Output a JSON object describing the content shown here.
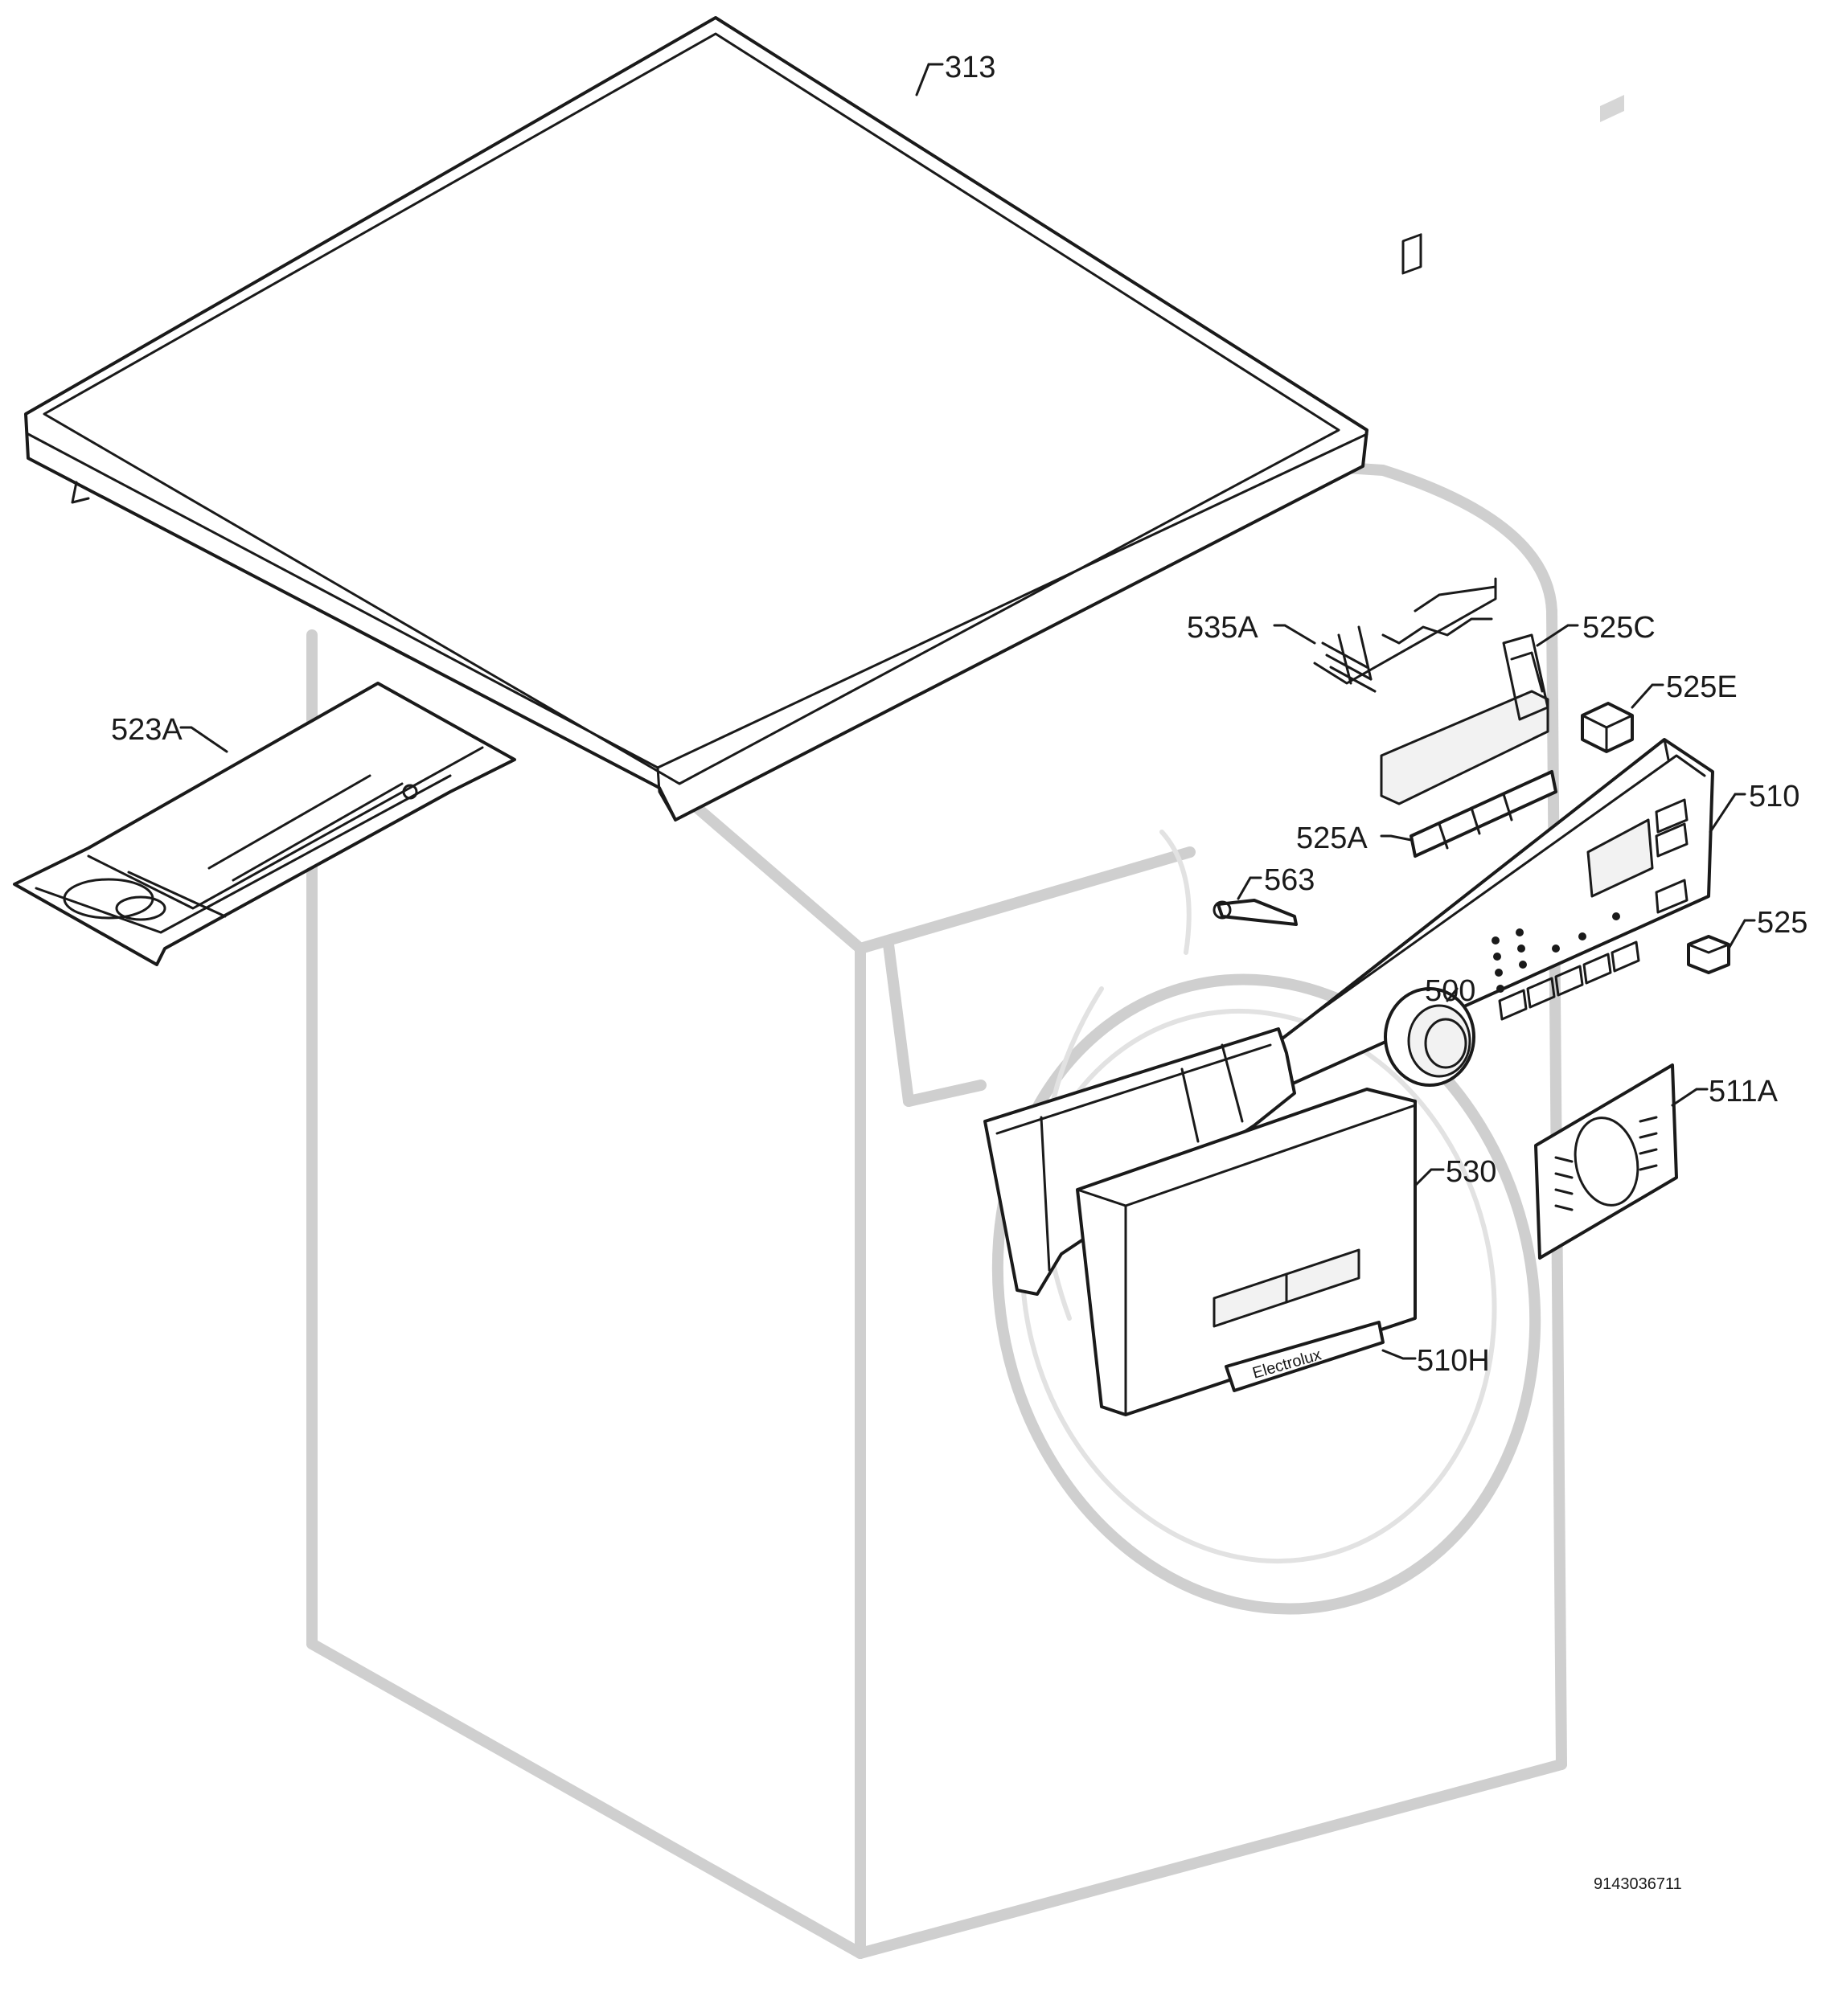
{
  "diagram": {
    "callouts": {
      "c313": "313",
      "c523A": "523A",
      "c535A": "535A",
      "c525C": "525C",
      "c525E": "525E",
      "c510": "510",
      "c525A": "525A",
      "c563": "563",
      "c525": "525",
      "c500": "500",
      "c511A": "511A",
      "c530": "530",
      "c510H": "510H"
    },
    "document_number": "9143036711",
    "brand_mark": "Electrolux"
  }
}
